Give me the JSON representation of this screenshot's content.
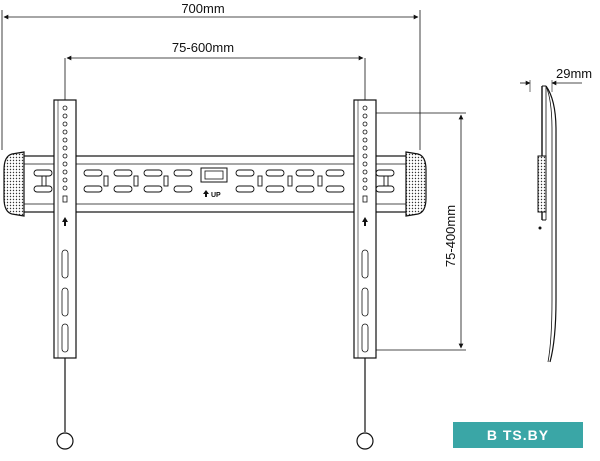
{
  "dimensions": {
    "overall_width": "700mm",
    "vesa_horizontal": "75-600mm",
    "vesa_vertical": "75-400mm",
    "depth": "29mm"
  },
  "labels": {
    "up_marker": "UP"
  },
  "watermark": {
    "text": "B TS.BY"
  },
  "colors": {
    "line": "#111111",
    "watermark_bg": "#3aa6a6",
    "watermark_text": "#ffffff"
  },
  "icons": {
    "up_arrow": "up-arrow-icon"
  }
}
